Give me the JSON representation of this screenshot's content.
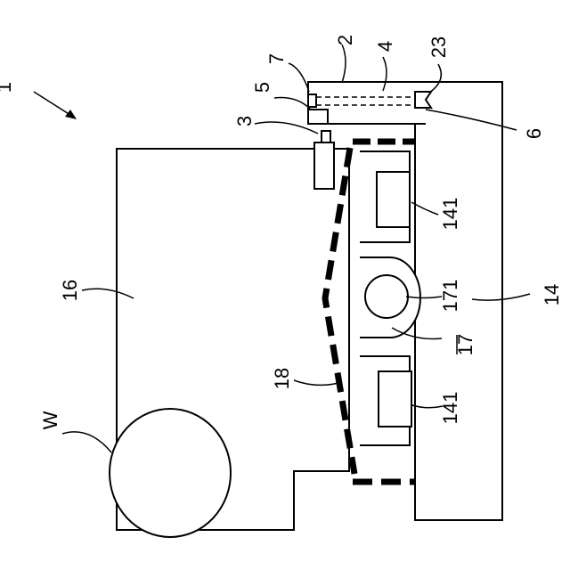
{
  "colors": {
    "line": "#000000",
    "background": "#ffffff"
  },
  "labels": {
    "assembly": "1",
    "frame": "14",
    "body": "16",
    "pocket": "17",
    "pin": "171",
    "block_upper": "141",
    "block_lower": "141",
    "belt": "18",
    "bracket": "2",
    "rod": "4",
    "end_part": "23",
    "knob": "7",
    "arm": "5",
    "post": "3",
    "screw": "6",
    "wheel": "W"
  }
}
